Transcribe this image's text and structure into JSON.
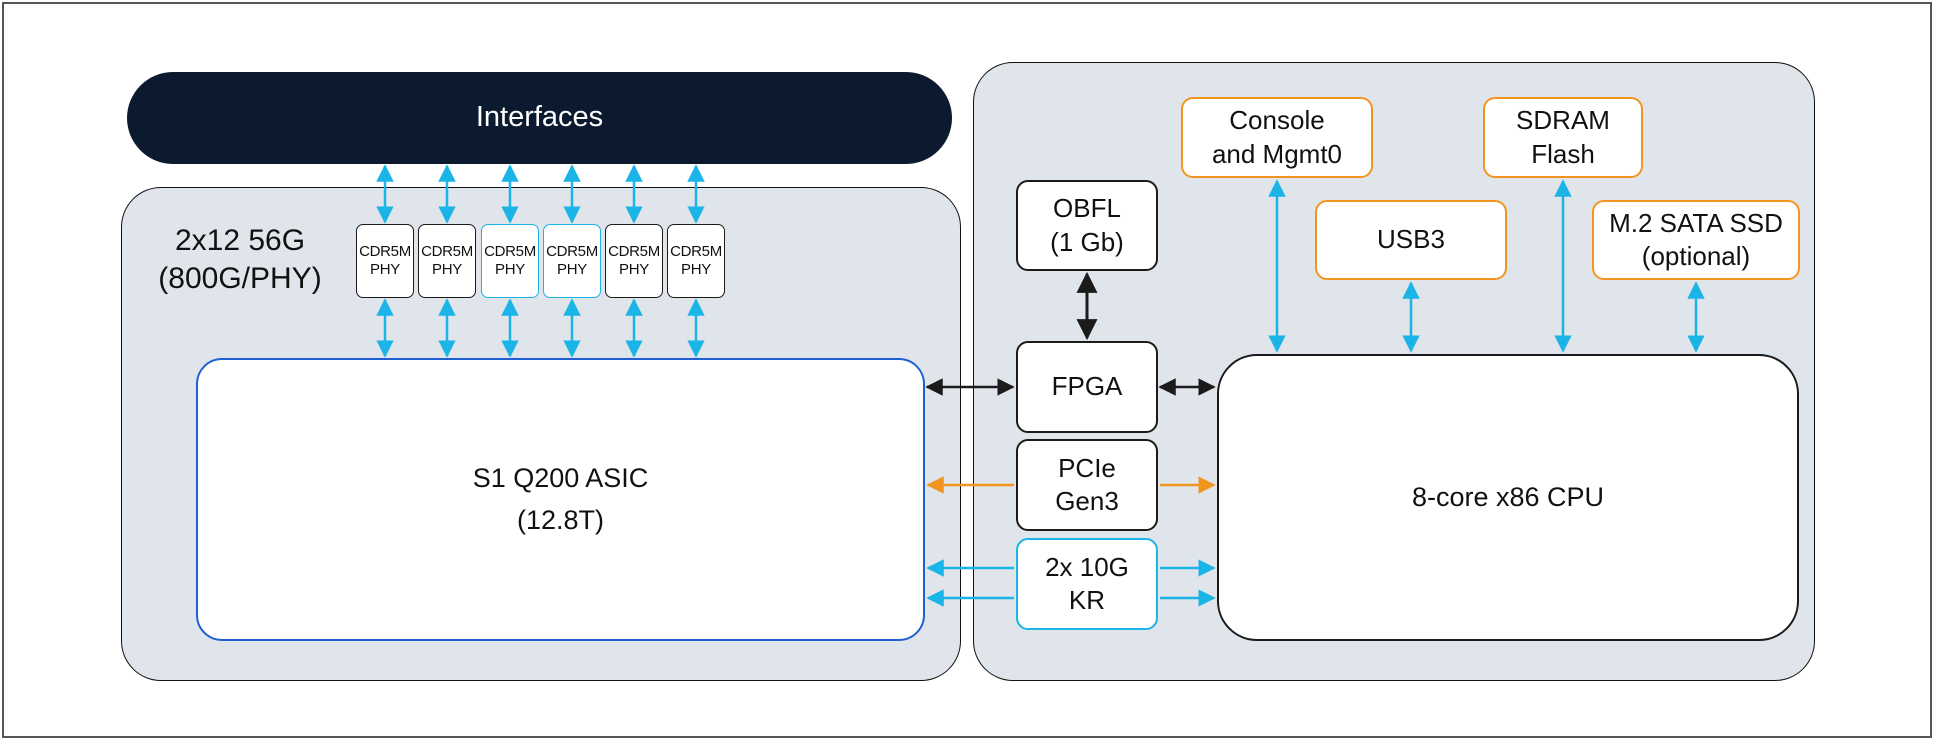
{
  "interfaces": {
    "label": "Interfaces"
  },
  "left_panel": {
    "phy_caption": "2x12 56G\n(800G/PHY)",
    "phys": [
      {
        "label": "CDR5M\nPHY",
        "variant": "black"
      },
      {
        "label": "CDR5M\nPHY",
        "variant": "black"
      },
      {
        "label": "CDR5M\nPHY",
        "variant": "cyan"
      },
      {
        "label": "CDR5M\nPHY",
        "variant": "cyan"
      },
      {
        "label": "CDR5M\nPHY",
        "variant": "black"
      },
      {
        "label": "CDR5M\nPHY",
        "variant": "black"
      }
    ],
    "asic": {
      "label": "S1 Q200 ASIC\n(12.8T)"
    }
  },
  "center": {
    "obfl": "OBFL\n(1 Gb)",
    "fpga": "FPGA",
    "pcie": "PCIe\nGen3",
    "kr": "2x 10G\nKR"
  },
  "right_panel": {
    "console": "Console\nand Mgmt0",
    "sdram": "SDRAM\nFlash",
    "usb": "USB3",
    "ssd": "M.2 SATA SSD\n(optional)",
    "cpu": "8-core x86 CPU"
  },
  "colors": {
    "navy": "#0b1a2f",
    "panel_bg": "#e0e5ec",
    "cyan": "#1bb4e6",
    "orange": "#f2951f",
    "asic_border": "#1f5fd1",
    "black": "#1b1b1b"
  }
}
